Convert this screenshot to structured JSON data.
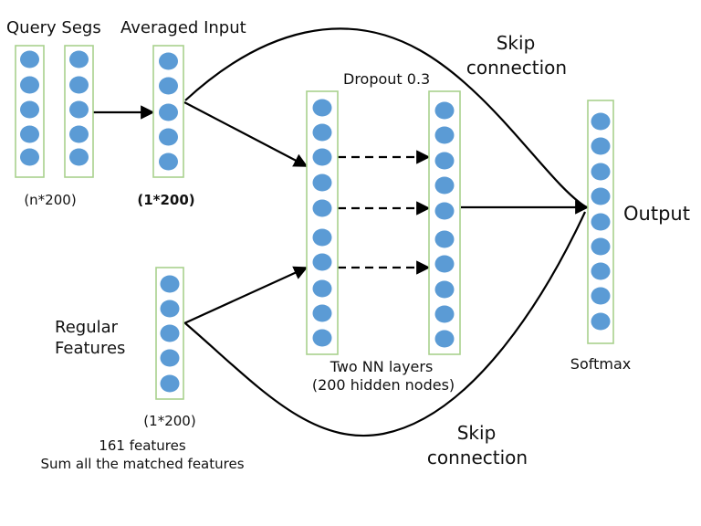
{
  "labels": {
    "query_segs": "Query Segs",
    "averaged_input": "Averaged Input",
    "dim_query": "(n*200)",
    "dim_avg": "(1*200)",
    "regular_features_1": "Regular",
    "regular_features_2": "Features",
    "dim_regular": "(1*200)",
    "features_count": "161 features",
    "features_sum": "Sum all the matched features",
    "dropout": "Dropout 0.3",
    "nn_layers": "Two NN layers",
    "hidden_nodes": "(200 hidden nodes)",
    "skip_top_1": "Skip",
    "skip_top_2": "connection",
    "skip_bottom_1": "Skip",
    "skip_bottom_2": "connection",
    "output": "Output",
    "softmax": "Softmax"
  },
  "colors": {
    "node_fill": "#5b9bd5",
    "box_border": "#a9d18e",
    "line": "#000000"
  }
}
